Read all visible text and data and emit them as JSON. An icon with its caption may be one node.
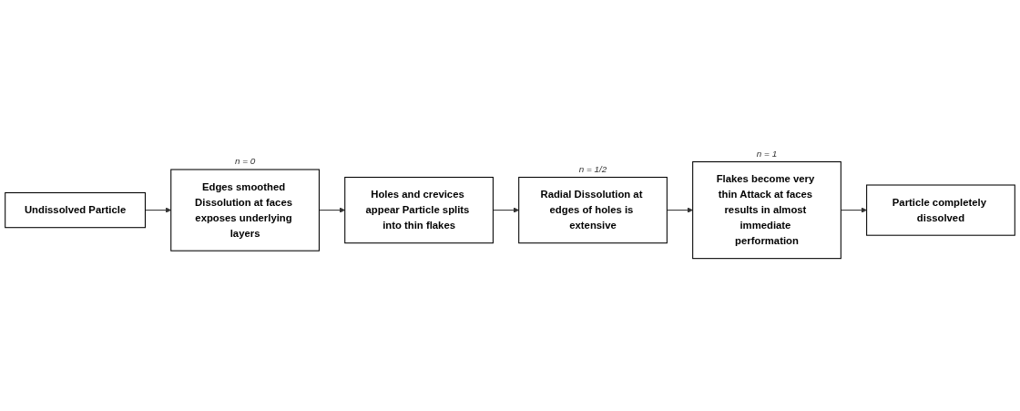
{
  "diagram": {
    "nodes": [
      {
        "text": [
          "Undissolved Particle"
        ]
      },
      {
        "text": [
          "Edges smoothed Dissolution at faces exposes underlying layers"
        ],
        "beside": [
          "n = 0"
        ]
      },
      {
        "text": [
          "Holes and crevices appear Particle splits into thin flakes"
        ]
      },
      {
        "text": [
          "Radial Dissolution at edges of holes is extensive"
        ],
        "beside": [
          "n = 1/2"
        ]
      },
      {
        "text": [
          "Flakes become very thin Attack at faces results in almost immediate performation"
        ],
        "beside": [
          "n = 1"
        ]
      },
      {
        "text": [
          "Particle completely dissolved"
        ]
      }
    ],
    "edges": [
      {
        "from": 0,
        "to": 1,
        "arrow": "to"
      },
      {
        "from": 1,
        "to": 2,
        "arrow": "to"
      },
      {
        "from": 2,
        "to": 3,
        "arrow": "to"
      },
      {
        "from": 3,
        "to": 4,
        "arrow": "to"
      },
      {
        "from": 4,
        "to": 5,
        "arrow": "to"
      }
    ]
  }
}
